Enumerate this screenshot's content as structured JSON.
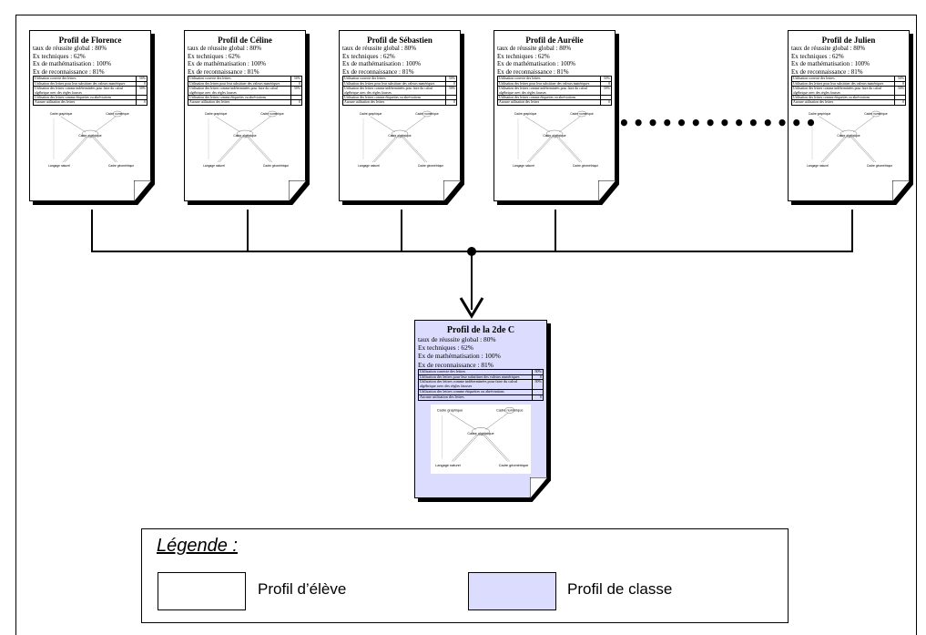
{
  "student_profiles": [
    {
      "title": "Profil de Florence"
    },
    {
      "title": "Profil de Céline"
    },
    {
      "title": "Profil de Sébastien"
    },
    {
      "title": "Profil de Aurélie"
    },
    {
      "title": "Profil de Julien"
    }
  ],
  "class_profile": {
    "title": "Profil de la 2de C"
  },
  "profile_content": {
    "stats": [
      "taux de réussite global : 80%",
      "Ex techniques : 62%",
      "Ex de mathématisation : 100%",
      "Ex de reconnaissance : 81%"
    ],
    "table_rows": [
      {
        "label": "Utilisation correcte des lettres",
        "value": "50%"
      },
      {
        "label": "Utilisation des lettres pour leur substituer des valeurs numériques",
        "value": "0"
      },
      {
        "label": "Utilisation des lettres comme indéterminées pour faire du calcul algébrique avec des règles fausses",
        "value": "50%"
      },
      {
        "label": "Utilisation des lettres comme étiquettes ou abréviations",
        "value": ""
      },
      {
        "label": "Aucune utilisation des lettres",
        "value": "0"
      }
    ],
    "diagram_labels": {
      "graphique": "Cadre graphique",
      "numerique": "Cadre numérique",
      "algebrique": "Cadre algébrique",
      "naturel": "Langage naturel",
      "geometrique": "Cadre géométrique"
    }
  },
  "ellipsis": "••••••••••••••",
  "legend": {
    "title": "Légende :",
    "student_label": "Profil d’élève",
    "class_label": "Profil de classe",
    "student_color": "#ffffff",
    "class_color": "#dcdcff"
  }
}
